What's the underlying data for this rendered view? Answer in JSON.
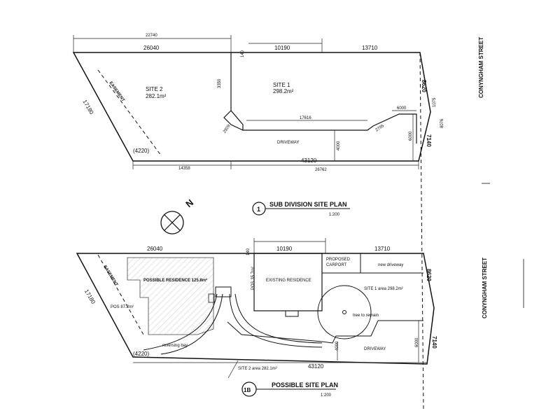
{
  "plan1": {
    "title": "SUB DIVISION SITE PLAN",
    "scale": "1:200",
    "number": "1",
    "dims": {
      "top_overall": "22740",
      "top_left": "26040",
      "top_mid": "10190",
      "top_right": "13710",
      "gap": "140",
      "left_side": "17180",
      "right_side": "8620",
      "bottom": "43120",
      "bottom_left": "14358",
      "bottom_right": "26762",
      "bottom_corner": "(4220)",
      "lower_right": "7140",
      "driveway_len": "17616",
      "driveway_w": "4000",
      "driveway_w2": "6000",
      "right_notch": "6000",
      "small_a": "3350",
      "small_b": "2929",
      "small_c": "2795",
      "small_d": "1075",
      "small_e": "8076"
    },
    "site1_label": "SITE 1",
    "site1_area": "298.2m²",
    "site2_label": "SITE 2",
    "site2_area": "282.1m²",
    "driveway": "DRIVEWAY",
    "easement": "EASEMENT",
    "street": "CONYNGHAM STREET"
  },
  "north": {
    "label": "N"
  },
  "plan2": {
    "title": "POSSIBLE SITE PLAN",
    "scale": "1:200",
    "number": "1B",
    "dims": {
      "top_left": "26040",
      "top_mid": "10190",
      "top_right": "13710",
      "gap": "140",
      "left_side": "17180",
      "right_side": "8620",
      "bottom": "43120",
      "bottom_corner": "(4220)",
      "lower_right": "7140",
      "driveway_w": "4000",
      "driveway_w2": "6000"
    },
    "possible_residence": "POSSIBLE RESIDENCE 125.8m²",
    "pos_left": "POS 87.2m²",
    "pos_mid": "POS 35.7m²",
    "existing_residence": "EXISTING RESIDENCE",
    "carport_line1": "PROPOSED",
    "carport_line2": "CARPORT",
    "new_driveway": "new driveway",
    "site1_area": "SITE 1 area 298.2m²",
    "tree": "tree to remain",
    "driveway": "DRIVEWAY",
    "reversing_bay": "reversing bay",
    "site2_area": "SITE 2 area 282.1m²",
    "easement": "EASEMENT",
    "street": "CONYNGHAM STREET"
  }
}
